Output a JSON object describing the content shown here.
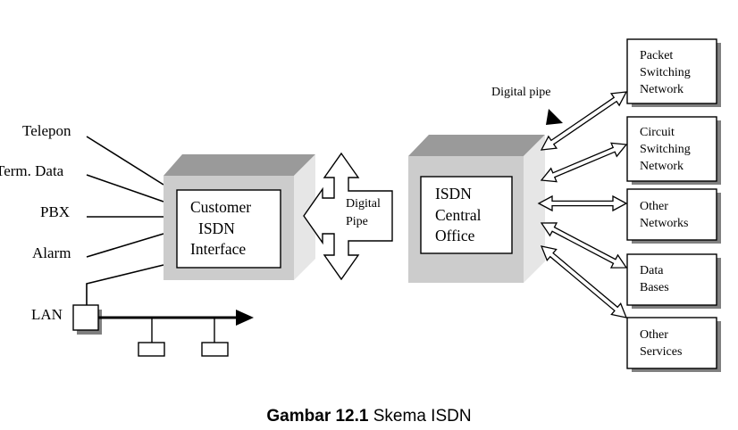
{
  "inputs": {
    "telepon": "Telepon",
    "term_data": "Term. Data",
    "pbx": "PBX",
    "alarm": "Alarm",
    "lan": "LAN"
  },
  "customer_box": {
    "line1": "Customer",
    "line2": "ISDN",
    "line3": "Interface"
  },
  "digital_pipe_mid": {
    "line1": "Digital",
    "line2": "Pipe"
  },
  "central_office": {
    "line1": "ISDN",
    "line2": "Central",
    "line3": "Office"
  },
  "digital_pipe_top": "Digital pipe",
  "services": {
    "packet": [
      "Packet",
      "Switching",
      "Network"
    ],
    "circuit": [
      "Circuit",
      "Switching",
      "Network"
    ],
    "other_networks": [
      "Other",
      "Networks"
    ],
    "data_bases": [
      "Data",
      "Bases"
    ],
    "other_services": [
      "Other",
      "Services"
    ]
  },
  "caption": {
    "bold": "Gambar 12.1",
    "text": " Skema ISDN"
  },
  "colors": {
    "box_face": "#cccccc",
    "box_top": "#9a9a9a",
    "box_side": "#e6e6e6",
    "shadow": "#808080"
  }
}
